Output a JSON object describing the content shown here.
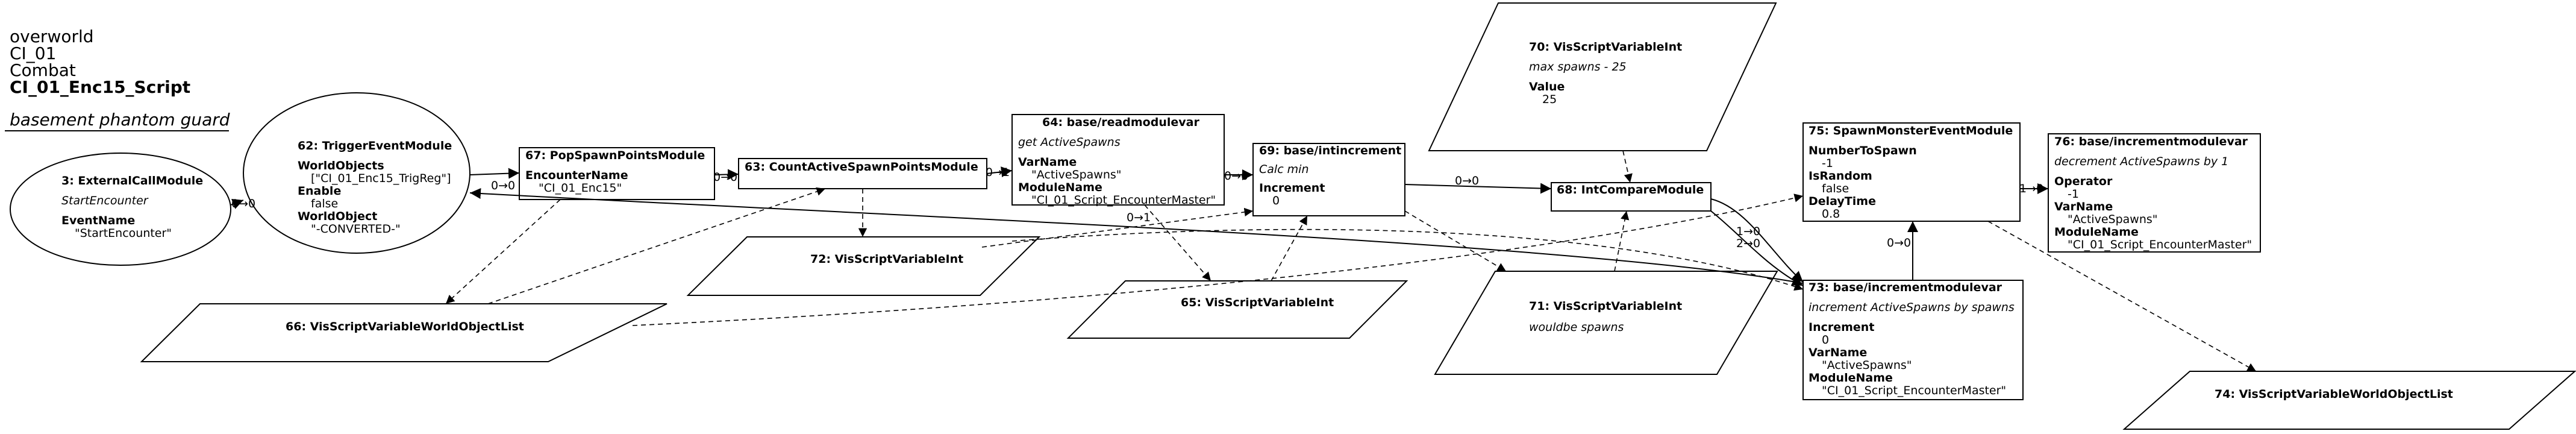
{
  "header": {
    "lines": [
      "overworld",
      "CI_01",
      "Combat"
    ],
    "script_name": "CI_01_Enc15_Script",
    "comment": "basement phantom guard"
  },
  "nodes": {
    "n3": {
      "title": "3: ExternalCallModule",
      "comment": "StartEncounter",
      "fields": [
        {
          "label": "EventName",
          "value": "\"StartEncounter\""
        }
      ]
    },
    "n62": {
      "title": "62: TriggerEventModule",
      "fields": [
        {
          "label": "WorldObjects",
          "value": "[\"CI_01_Enc15_TrigReg\"]"
        },
        {
          "label": "Enable",
          "value": "false"
        },
        {
          "label": "WorldObject",
          "value": "\"-CONVERTED-\""
        }
      ]
    },
    "n67": {
      "title": "67: PopSpawnPointsModule",
      "fields": [
        {
          "label": "EncounterName",
          "value": "\"CI_01_Enc15\""
        }
      ]
    },
    "n63": {
      "title": "63: CountActiveSpawnPointsModule"
    },
    "n64": {
      "title": "64: base/readmodulevar",
      "comment": "get ActiveSpawns",
      "fields": [
        {
          "label": "VarName",
          "value": "\"ActiveSpawns\""
        },
        {
          "label": "ModuleName",
          "value": "\"CI_01_Script_EncounterMaster\""
        }
      ]
    },
    "n69": {
      "title": "69: base/intincrement",
      "comment": "Calc min",
      "fields": [
        {
          "label": "Increment",
          "value": "0"
        }
      ]
    },
    "n70": {
      "title": "70: VisScriptVariableInt",
      "comment": "max spawns - 25",
      "fields": [
        {
          "label": "Value",
          "value": "25"
        }
      ]
    },
    "n68": {
      "title": "68: IntCompareModule"
    },
    "n75": {
      "title": "75: SpawnMonsterEventModule",
      "fields": [
        {
          "label": "NumberToSpawn",
          "value": "-1"
        },
        {
          "label": "IsRandom",
          "value": "false"
        },
        {
          "label": "DelayTime",
          "value": "0.8"
        }
      ]
    },
    "n76": {
      "title": "76: base/incrementmodulevar",
      "comment": "decrement ActiveSpawns by 1",
      "fields": [
        {
          "label": "Operator",
          "value": "-1"
        },
        {
          "label": "VarName",
          "value": "\"ActiveSpawns\""
        },
        {
          "label": "ModuleName",
          "value": "\"CI_01_Script_EncounterMaster\""
        }
      ]
    },
    "n73": {
      "title": "73: base/incrementmodulevar",
      "comment": "increment ActiveSpawns by spawns",
      "fields": [
        {
          "label": "Increment",
          "value": "0"
        },
        {
          "label": "VarName",
          "value": "\"ActiveSpawns\""
        },
        {
          "label": "ModuleName",
          "value": "\"CI_01_Script_EncounterMaster\""
        }
      ]
    },
    "n72": {
      "title": "72: VisScriptVariableInt"
    },
    "n65": {
      "title": "65: VisScriptVariableInt"
    },
    "n71": {
      "title": "71: VisScriptVariableInt",
      "comment": "wouldbe spawns"
    },
    "n66": {
      "title": "66: VisScriptVariableWorldObjectList"
    },
    "n74": {
      "title": "74: VisScriptVariableWorldObjectList"
    }
  },
  "edge_labels": {
    "e3_62": "0→0",
    "e62_67": "0→0",
    "e67_63": "0→0",
    "e63_64": "0→1",
    "e64_69": "0→0",
    "e69_68": "0→0",
    "e68_73_a": "1→0",
    "e68_73_b": "2→0",
    "e73_75": "0→0",
    "e75_76": "1→0",
    "e64_62": "0→1"
  },
  "colors": {
    "stroke": "#000000",
    "background": "#ffffff"
  }
}
